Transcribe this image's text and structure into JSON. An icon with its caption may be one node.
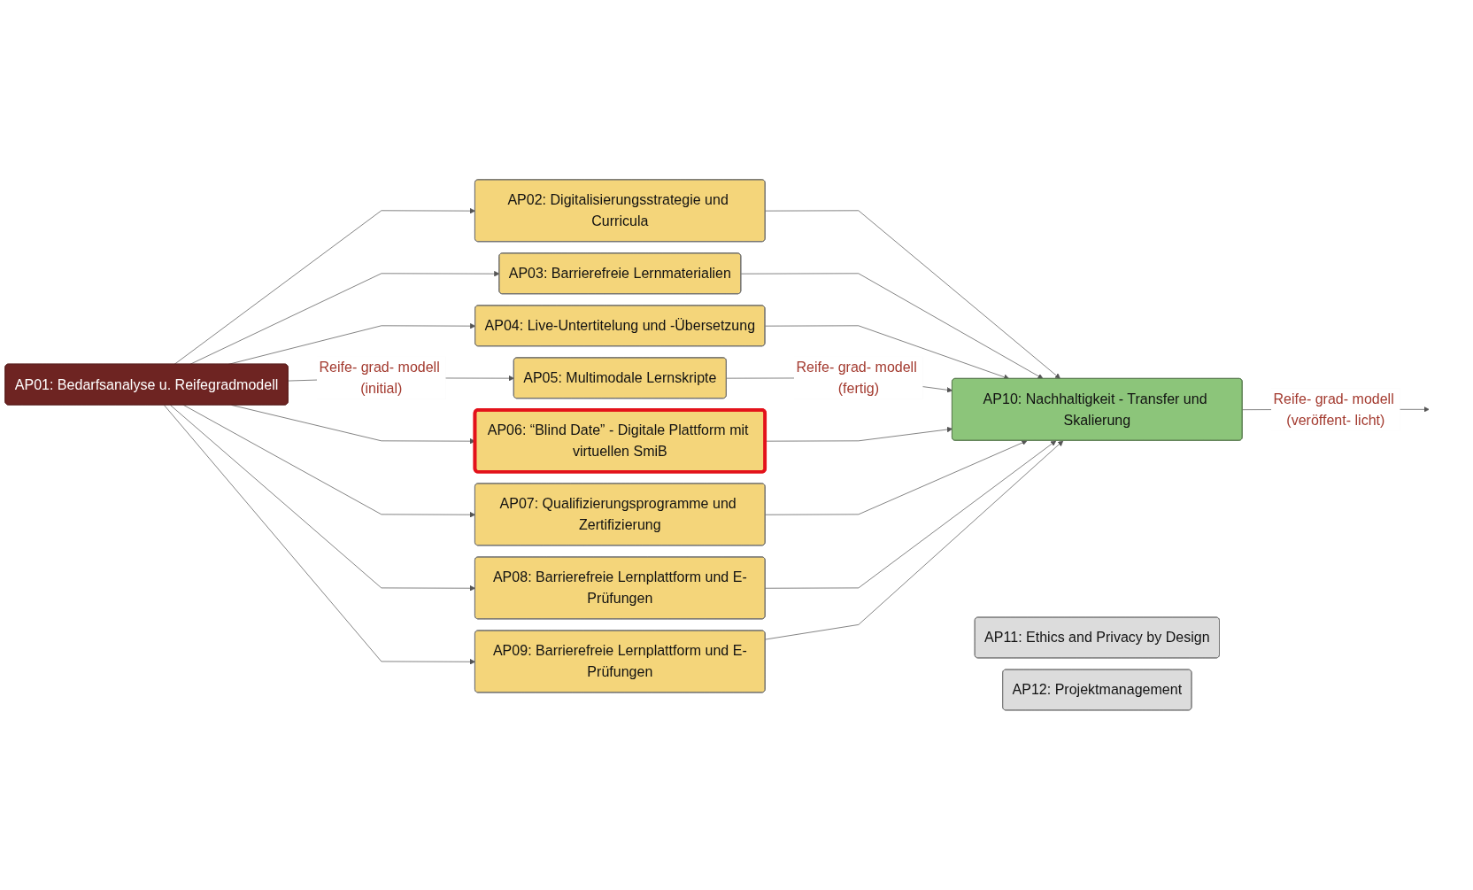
{
  "diagram": {
    "nodes": [
      {
        "text": [
          "AP01: Bedarfsanalyse u. Reifegradmodell"
        ]
      },
      {
        "text": [
          "AP02: Digitalisierungsstrategie und Curricula"
        ]
      },
      {
        "text": [
          "AP03: Barrierefreie Lernmaterialien"
        ]
      },
      {
        "text": [
          "AP04: Live-Untertitelung und -Übersetzung"
        ]
      },
      {
        "text": [
          "AP05: Multimodale Lernskripte"
        ]
      },
      {
        "text": [
          "AP06: “Blind Date” - Digitale Plattform mit virtuellen SmiB"
        ]
      },
      {
        "text": [
          "AP07: Qualifizierungsprogramme und Zertifizierung"
        ]
      },
      {
        "text": [
          "AP08: Barrierefreie Lernplattform und E-Prüfungen"
        ]
      },
      {
        "text": [
          "AP09: Barrierefreie Lernplattform und E-Prüfungen"
        ]
      },
      {
        "text": [
          "AP10: Nachhaltigkeit - Transfer und Skalierung"
        ]
      },
      {
        "text": [
          "AP11: Ethics and Privacy by Design"
        ]
      },
      {
        "text": [
          "AP12: Projektmanagement"
        ]
      }
    ],
    "edges": [
      {
        "from": 0,
        "to": 1,
        "arrow": "to"
      },
      {
        "from": 0,
        "to": 2,
        "arrow": "to"
      },
      {
        "from": 0,
        "to": 3,
        "arrow": "to"
      },
      {
        "from": 0,
        "to": 4,
        "arrow": "to",
        "label": "Reife- grad- modell (initial)"
      },
      {
        "from": 0,
        "to": 5,
        "arrow": "to"
      },
      {
        "from": 0,
        "to": 6,
        "arrow": "to"
      },
      {
        "from": 0,
        "to": 7,
        "arrow": "to"
      },
      {
        "from": 0,
        "to": 8,
        "arrow": "to"
      },
      {
        "from": 1,
        "to": 9,
        "arrow": "to"
      },
      {
        "from": 2,
        "to": 9,
        "arrow": "to"
      },
      {
        "from": 3,
        "to": 9,
        "arrow": "to"
      },
      {
        "from": 4,
        "to": 9,
        "arrow": "to",
        "label": "Reife- grad- modell (fertig)"
      },
      {
        "from": 5,
        "to": 9,
        "arrow": "to"
      },
      {
        "from": 6,
        "to": 9,
        "arrow": "to"
      },
      {
        "from": 7,
        "to": 9,
        "arrow": "to"
      },
      {
        "from": 8,
        "to": 9,
        "arrow": "to"
      },
      {
        "from": 9,
        "to": null,
        "arrow": "to",
        "label": "Reife- grad- modell (veröffent- licht)"
      }
    ]
  }
}
